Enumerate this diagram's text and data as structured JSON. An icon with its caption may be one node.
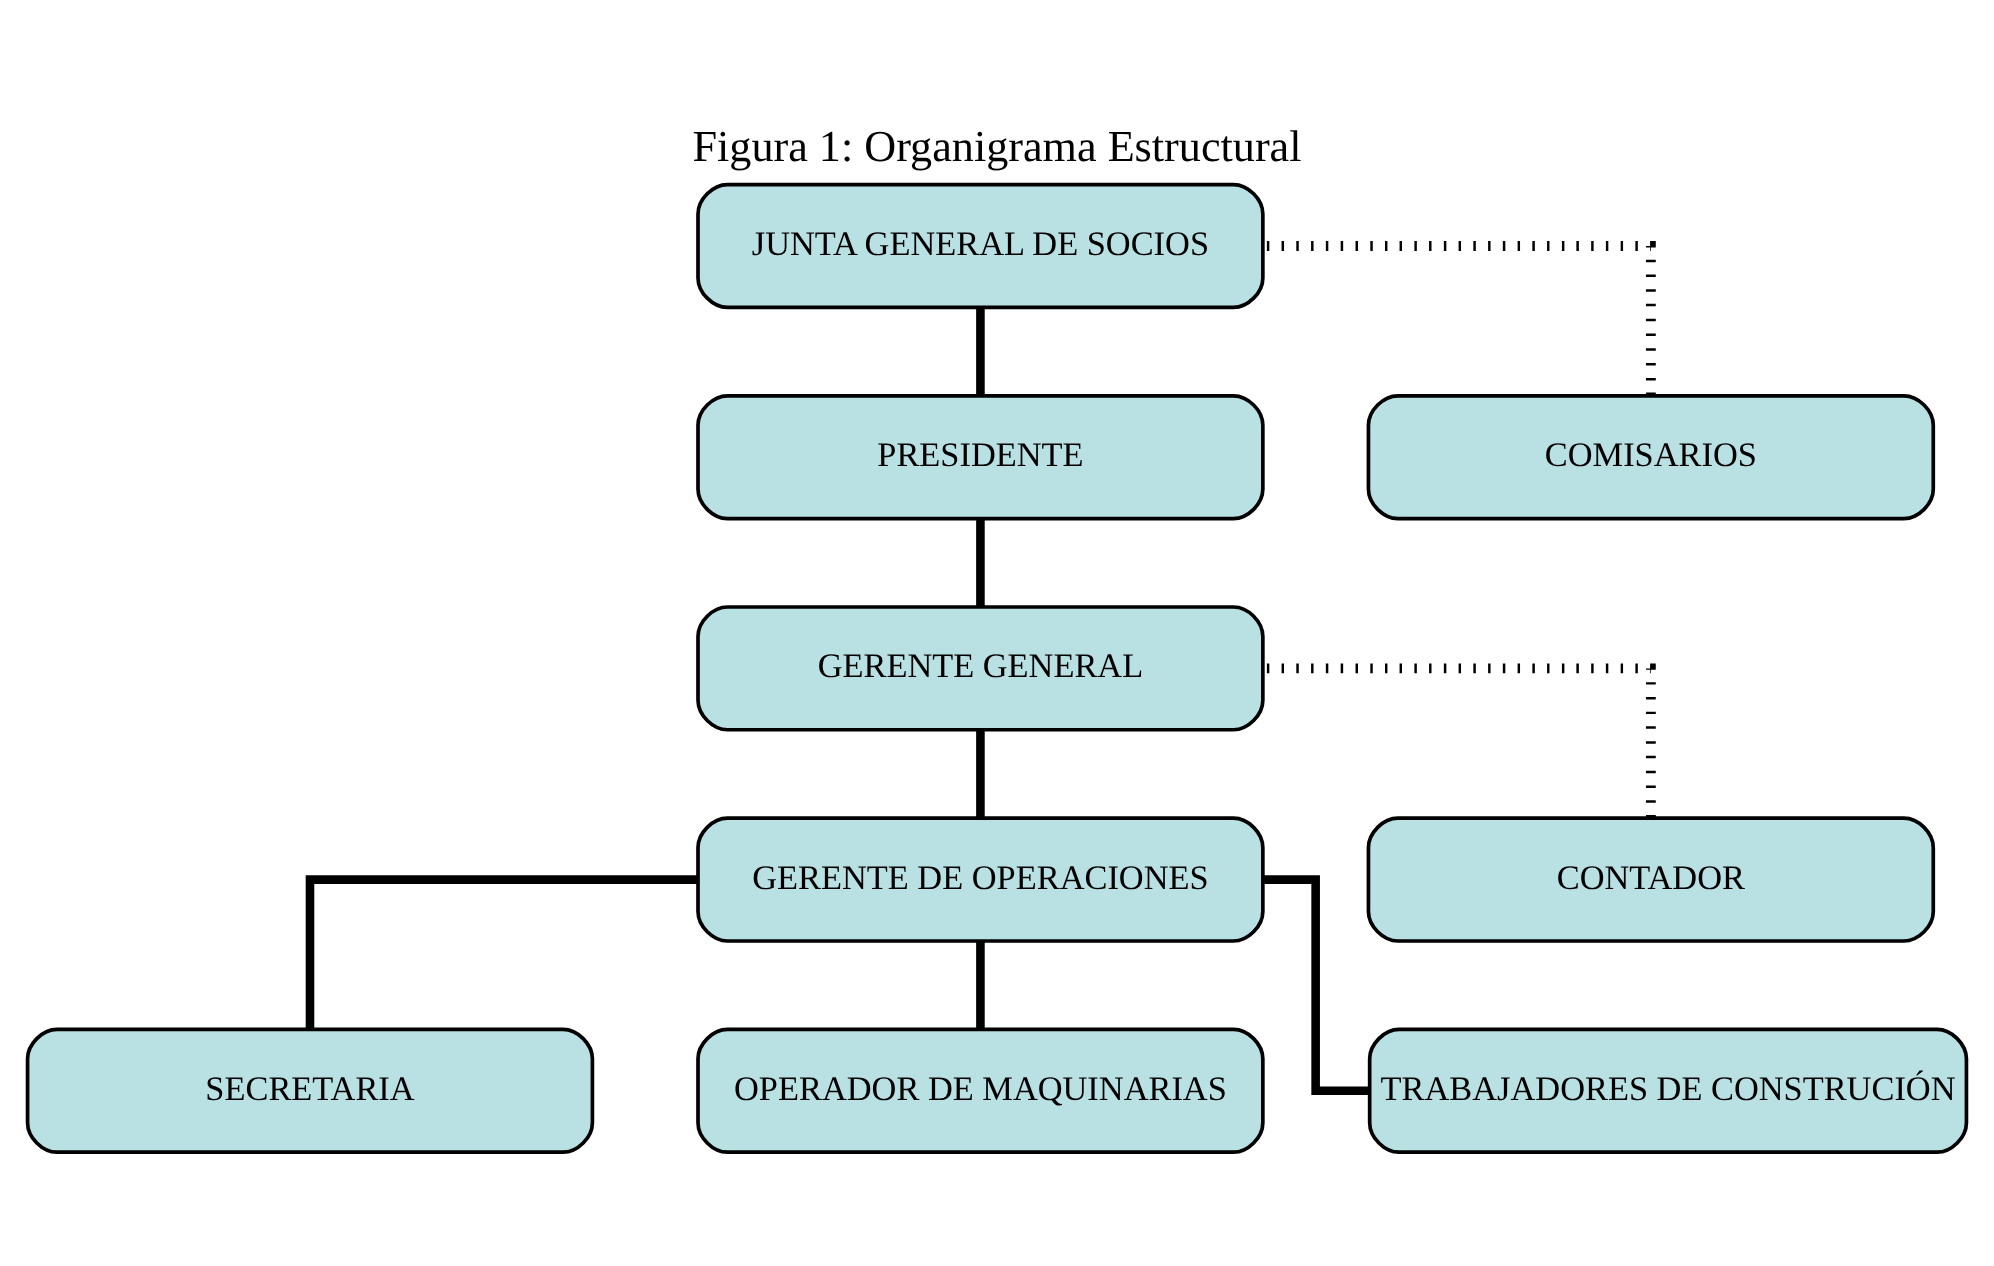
{
  "diagram": {
    "title": "Figura 1: Organigrama Estructural",
    "nodes": [
      {
        "text": [
          "JUNTA GENERAL DE SOCIOS"
        ]
      },
      {
        "text": [
          "COMISARIOS"
        ]
      },
      {
        "text": [
          "PRESIDENTE"
        ]
      },
      {
        "text": [
          "GERENTE GENERAL"
        ]
      },
      {
        "text": [
          "CONTADOR"
        ]
      },
      {
        "text": [
          "GERENTE DE OPERACIONES"
        ]
      },
      {
        "text": [
          "SECRETARIA"
        ]
      },
      {
        "text": [
          "OPERADOR DE MAQUINARIAS"
        ]
      },
      {
        "text": [
          "TRABAJADORES DE CONSTRUCIÓN"
        ]
      }
    ],
    "edges": [
      {
        "from": 0,
        "to": 2,
        "arrow": "none"
      },
      {
        "from": 1,
        "to": 0,
        "arrow": "none",
        "style": "dashed"
      },
      {
        "from": 2,
        "to": 3,
        "arrow": "none"
      },
      {
        "from": 3,
        "to": 5,
        "arrow": "none"
      },
      {
        "from": 4,
        "to": 3,
        "arrow": "none",
        "style": "dashed"
      },
      {
        "from": 5,
        "to": 6,
        "arrow": "none"
      },
      {
        "from": 5,
        "to": 7,
        "arrow": "none"
      },
      {
        "from": 5,
        "to": 8,
        "arrow": "none"
      }
    ]
  }
}
